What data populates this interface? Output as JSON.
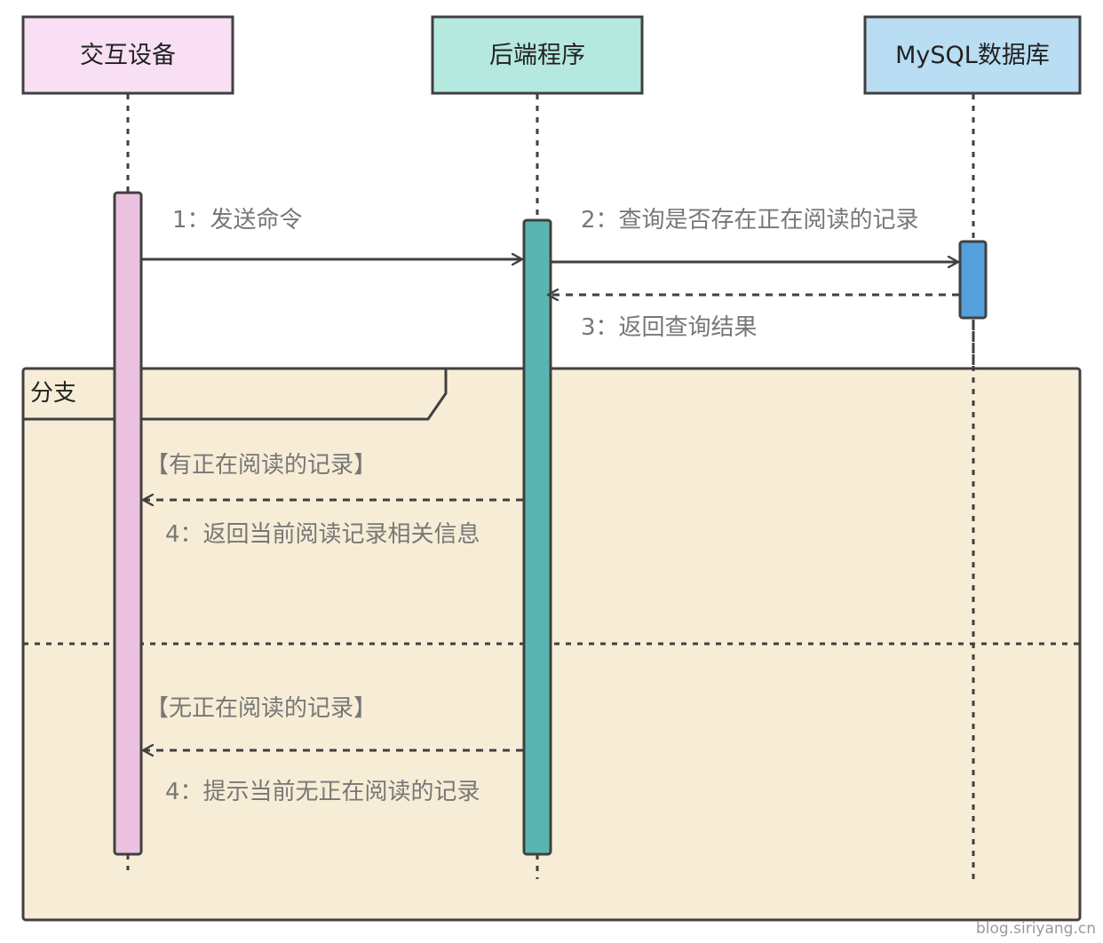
{
  "participants": [
    {
      "label": "交互设备",
      "fill": "#F8DFF3"
    },
    {
      "label": "后端程序",
      "fill": "#B5E8DF"
    },
    {
      "label": "MySQL数据库",
      "fill": "#B9DDF2"
    }
  ],
  "activation_colors": [
    "#ECC1DF",
    "#5AB5B1",
    "#559FDD"
  ],
  "colors": {
    "stroke": "#404040",
    "text": "#222222",
    "message_text": "#777777",
    "fragment_fill": "#F7EDD6"
  },
  "messages": [
    {
      "label": "1：发送命令",
      "style": "solid"
    },
    {
      "label": "2：查询是否存在正在阅读的记录",
      "style": "solid"
    },
    {
      "label": "3：返回查询结果",
      "style": "dashed"
    },
    {
      "label": "4：返回当前阅读记录相关信息",
      "style": "dashed"
    },
    {
      "label": "4：提示当前无正在阅读的记录",
      "style": "dashed"
    }
  ],
  "fragment": {
    "label": "分支",
    "guards": [
      "【有正在阅读的记录】",
      "【无正在阅读的记录】"
    ]
  },
  "watermark": "blog.siriyang.cn"
}
